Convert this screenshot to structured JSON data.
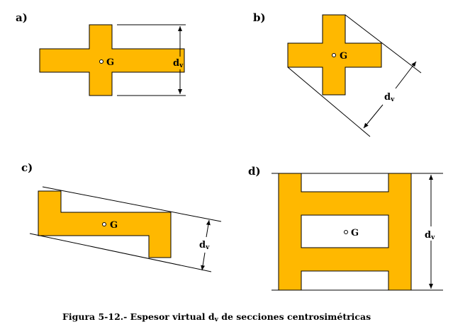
{
  "colors": {
    "section_fill": "#FFB800",
    "line": "#000000"
  },
  "panels": [
    {
      "label": "a)",
      "centroid": "G",
      "dimension": "d",
      "dimension_sub": "v"
    },
    {
      "label": "b)",
      "centroid": "G",
      "dimension": "d",
      "dimension_sub": "v"
    },
    {
      "label": "c)",
      "centroid": "G",
      "dimension": "d",
      "dimension_sub": "v"
    },
    {
      "label": "d)",
      "centroid": "G",
      "dimension": "d",
      "dimension_sub": "v"
    }
  ],
  "caption": {
    "prefix": "Figura 5-12.- Espesor virtual ",
    "symbol": "d",
    "symbol_sub": "v",
    "suffix": " de secciones centrosimétricas"
  }
}
